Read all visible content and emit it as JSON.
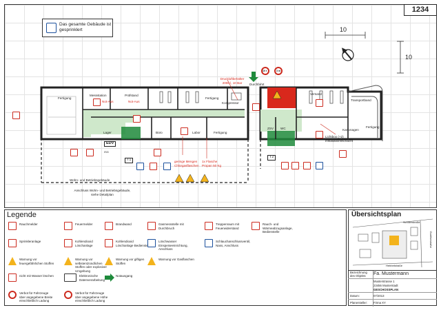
{
  "plan": {
    "number": "1234",
    "sprinkler_note": "Das gesamte Gebäude ist gesprinklert",
    "scale_label_top": "10",
    "scale_label_right": "10",
    "rooms": {
      "fertigung_left": "Fertigung",
      "messstation": "Messstation",
      "pruefstand": "Prüfstand",
      "fertigung_mid": "Fertigung",
      "kompressor": "Kompressor",
      "lager": "Lager",
      "buero": "Büro",
      "labor": "Labor",
      "fertigung_mid2": "Fertigung",
      "versand": "Versand",
      "transportband": "Transportband",
      "zsv": "ZSV",
      "wc": "WC",
      "fertigung_right": "Fertigung",
      "kartonagen": "Kartonagen",
      "durchfahrt": "Durchfahrt",
      "notaus_1": "Not-Aus",
      "notaus_2": "Not-Aus",
      "edv": "EDV",
      "t1": "T1",
      "t2": "T2",
      "isg": "ISG"
    },
    "notes": {
      "druckluft": "Druckluftbehälter 2000 l, 10 Bar",
      "wohn": "Wohn- und Betriebsgebäude",
      "anschluss": "Anschluss Wohn- und Betriebsgebäude, siehe Detailplan",
      "menge": "geringe Mengen Chlorgasflaschen",
      "flasche": "1x Flasche Propan 50 Kg",
      "lichtbox": "Lichtbox (+2) Installationsschacht",
      "sign_10t": "10 t",
      "sign_3m": "3 m"
    }
  },
  "legend": {
    "title": "Legende",
    "items": [
      {
        "label": "Rauchmelder",
        "style": "red"
      },
      {
        "label": "Feuermelder",
        "style": "red"
      },
      {
        "label": "Brandwand",
        "style": "red"
      },
      {
        "label": "Gasmessstelle mit Durchbruch",
        "style": "red"
      },
      {
        "label": "Treppenraum mit Feuerwiderstand",
        "style": "red"
      },
      {
        "label": "Rauch- und Wärmeabzugsanlage, Bedienstelle",
        "style": "red"
      },
      {
        "label": "Sprinkleranlage",
        "style": "red"
      },
      {
        "label": "Kohlendioxid Löschanlage",
        "style": "red"
      },
      {
        "label": "Kohlendioxid Löschanlage Bedienstelle",
        "style": "red"
      },
      {
        "label": "Löschwasser Einspeiseeinrichtung, Anschluss",
        "style": "blue"
      },
      {
        "label": "Schlauchanschlussventil, Nass, Anschluss",
        "style": "blue"
      },
      {
        "label": "",
        "style": "none"
      },
      {
        "label": "Warnung vor feuergefährlichen Stoffen",
        "style": "yellow"
      },
      {
        "label": "Warnung vor selbstentzündlichen Stoffen oder explosiver Umgebung",
        "style": "yellow"
      },
      {
        "label": "Warnung vor giftigen Stoffen",
        "style": "yellow"
      },
      {
        "label": "Warnung vor Gasflaschen",
        "style": "yellow"
      },
      {
        "label": "",
        "style": "none"
      },
      {
        "label": "",
        "style": "none"
      },
      {
        "label": "nicht mit Wasser löschen",
        "style": "red"
      },
      {
        "label": "Elektronische Datenverarbeitung",
        "style": "edv"
      },
      {
        "label": "Notausgang",
        "style": "arrow"
      },
      {
        "label": "",
        "style": "none"
      },
      {
        "label": "",
        "style": "none"
      },
      {
        "label": "",
        "style": "none"
      },
      {
        "label": "Verbot für Fahrzeuge über angegebene Breite einschließlich Ladung",
        "style": "prohib"
      },
      {
        "label": "Verbot für Fahrzeuge über angegebene Höhe einschließlich Ladung",
        "style": "prohib"
      }
    ]
  },
  "overview": {
    "title": "Übersichtsplan",
    "street_top": "Schillerstraße",
    "street_bottom": "Hebbelstraße",
    "street_right": "Goethestraße"
  },
  "info": {
    "object_key": "Bezeichnung des Objekts",
    "object_val": "Fa. Mustermann",
    "address_key": "",
    "address_line1": "Musterstrasse 1",
    "address_line2": "23456 Musterstadt",
    "plan_type": "GESCHOSSPLAN",
    "date_key": "Datum:",
    "date_val": "07/2013",
    "planer_key": "Planersteller:",
    "planer_val": "Firma XY"
  },
  "colors": {
    "green": "#1e8a3b",
    "corridor": "#cfe8cb",
    "red": "#cc2a1e",
    "blue": "#1a4f9c",
    "yellow": "#f3b31c"
  }
}
